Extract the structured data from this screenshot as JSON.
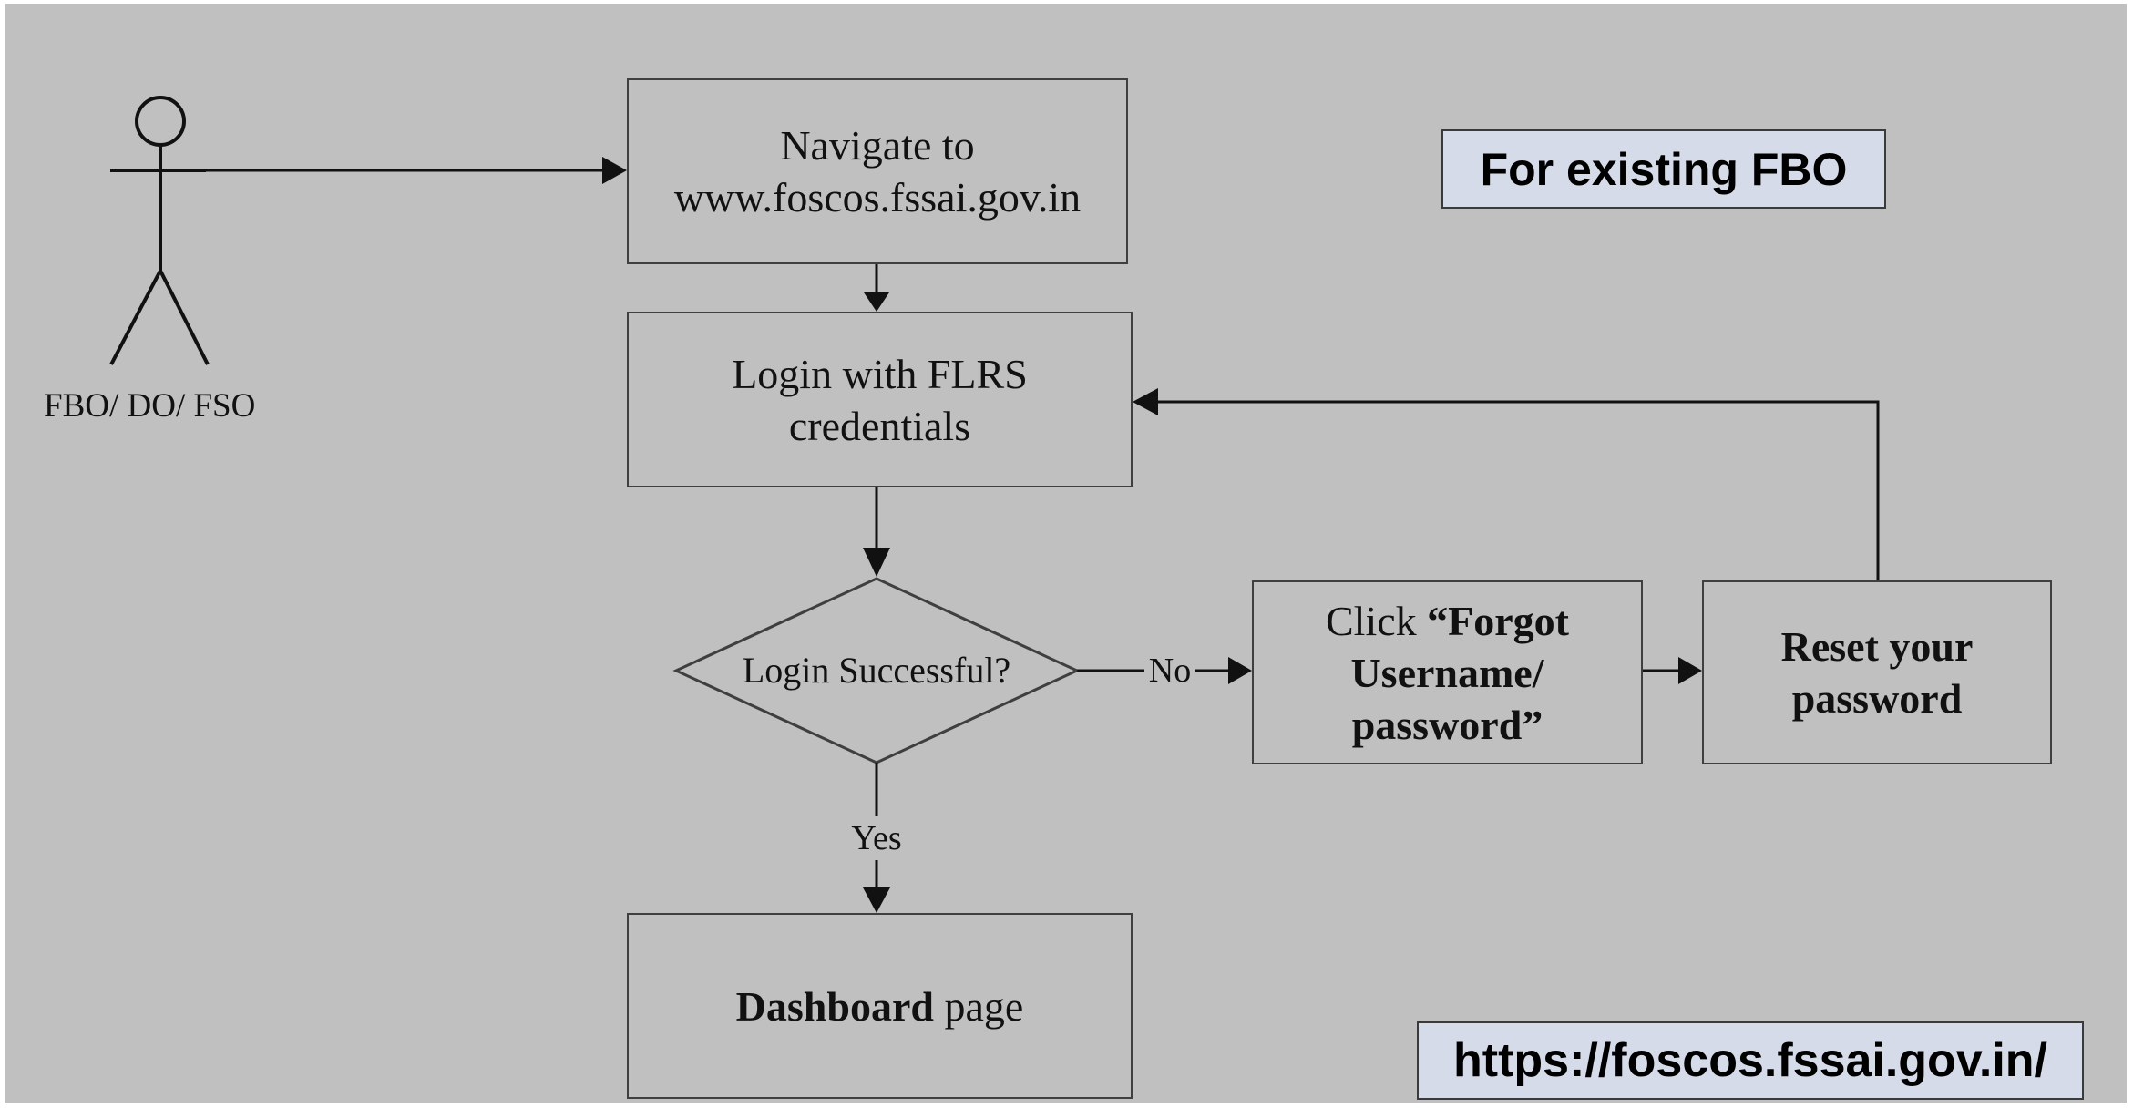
{
  "actor": {
    "label": "FBO/ DO/ FSO"
  },
  "steps": {
    "navigate": {
      "line1": "Navigate to",
      "line2": "www.foscos.fssai.gov.in"
    },
    "login": {
      "line1": "Login with FLRS",
      "line2": "credentials"
    },
    "decision": {
      "label": "Login Successful?"
    },
    "forgot": {
      "prefix": "Click ",
      "line1_bold": "“Forgot",
      "line2": "Username/",
      "line3": "password”"
    },
    "reset": {
      "line1": "Reset your",
      "line2": "password"
    },
    "dashboard": {
      "bold": "Dashboard",
      "rest": " page"
    }
  },
  "edges": {
    "no_label": "No",
    "yes_label": "Yes"
  },
  "tags": {
    "top_right": "For existing FBO",
    "bottom_right": "https://foscos.fssai.gov.in/"
  },
  "colors": {
    "background": "#c0c0c0",
    "stroke": "#3f3f3f",
    "tag_fill": "#d6dbe9"
  }
}
